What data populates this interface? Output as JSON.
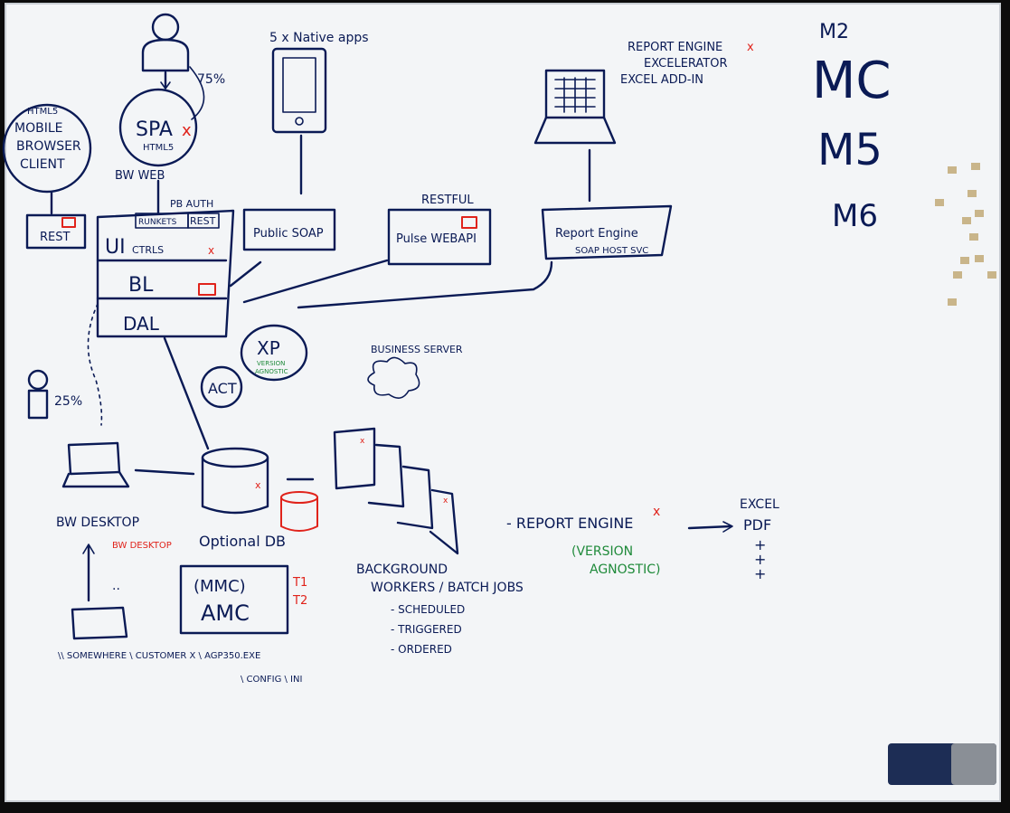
{
  "diagram": {
    "nodes": {
      "spa": {
        "label": "SPA",
        "sub": "HTML5",
        "caption": "BW WEB",
        "marker": "x"
      },
      "user_top": {
        "pct": "75%"
      },
      "user_left": {
        "pct": "25%"
      },
      "mobile": {
        "line1": "HTML5",
        "line2": "MOBILE",
        "line3": "BROWSER",
        "line4": "CLIENT"
      },
      "rest_left": {
        "label": "REST"
      },
      "bw_web_pb": {
        "caption": "PB AUTH",
        "rest_label": "REST",
        "tab_label": "RUNKETS"
      },
      "layers": {
        "ui": "UI",
        "ui_sub": "CTRLS",
        "bl": "BL",
        "dal": "DAL"
      },
      "native_apps": {
        "caption": "5 x Native apps"
      },
      "public_soap": {
        "label": "Public SOAP"
      },
      "restful": {
        "caption": "RESTFUL",
        "label": "Pulse WEBAPI"
      },
      "report_engine_top": {
        "line1": "REPORT ENGINE",
        "line2": "EXCELERATOR",
        "line3": "EXCEL ADD-IN",
        "box_line1": "Report Engine",
        "box_line2": "SOAP HOST SVC"
      },
      "mc": {
        "items": [
          "MC",
          "M5",
          "M6"
        ],
        "header": "M2"
      },
      "business_server": {
        "label": "BUSINESS SERVER"
      },
      "xp": {
        "label": "XP",
        "sub1": "VERSION",
        "sub2": "AGNOSTIC"
      },
      "act": {
        "label": "ACT"
      },
      "bw_desktop": {
        "label": "BW DESKTOP",
        "red_label": "BW DESKTOP"
      },
      "optional_db": {
        "label": "Optional DB"
      },
      "amc": {
        "line1": "(MMC)",
        "line2": "AMC",
        "red1": "T1",
        "red2": "T2"
      },
      "background": {
        "line1": "BACKGROUND",
        "line2": "WORKERS / BATCH JOBS",
        "items": [
          "- SCHEDULED",
          "- TRIGGERED",
          "- ORDERED"
        ]
      },
      "report_engine_bottom": {
        "label": "- REPORT ENGINE",
        "green1": "(VERSION",
        "green2": "AGNOSTIC)"
      },
      "outputs": {
        "items": [
          "EXCEL",
          "PDF",
          "+",
          "+",
          "+"
        ]
      },
      "path": {
        "line1": "\\\\ SOMEWHERE \\ CUSTOMER X \\ AGP350.EXE",
        "line2": "\\ CONFIG \\ INI"
      }
    },
    "colors": {
      "board": "#f4f6f8",
      "ink": "#0a1a55",
      "red": "#e0231b",
      "green": "#1f8a3a",
      "frame": "#0c0c0c",
      "eraser": "#1d2d55"
    }
  }
}
